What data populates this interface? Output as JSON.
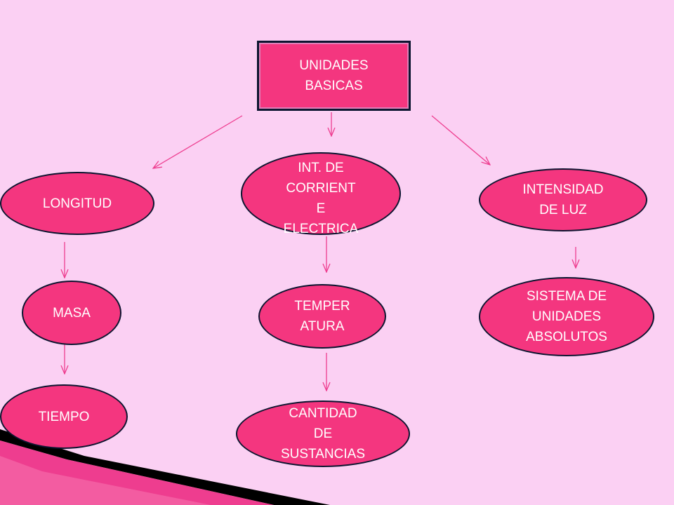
{
  "colors": {
    "background": "#fbd0f3",
    "node_fill": "#f4367f",
    "node_border": "#0c1530",
    "node_text": "#ffffff",
    "arrow": "#ee3d8f",
    "corner_accent": "#ee3d8f",
    "corner_shadow": "#000000"
  },
  "diagram": {
    "root": "UNIDADES\nBASICAS",
    "nodes": {
      "longitud": "LONGITUD",
      "corriente": "INT. DE\nCORRIENT\nE\nELECTRICA",
      "intensidad_luz": "INTENSIDAD\nDE LUZ",
      "masa": "MASA",
      "temperatura": "TEMPER\nATURA",
      "sistema": "SISTEMA DE\nUNIDADES\nABSOLUTOS",
      "tiempo": "TIEMPO",
      "cantidad": "CANTIDAD\nDE\nSUSTANCIAS"
    },
    "edges": [
      {
        "from": "root",
        "to": "longitud"
      },
      {
        "from": "root",
        "to": "corriente"
      },
      {
        "from": "root",
        "to": "intensidad_luz"
      },
      {
        "from": "longitud",
        "to": "masa"
      },
      {
        "from": "masa",
        "to": "tiempo"
      },
      {
        "from": "corriente",
        "to": "temperatura"
      },
      {
        "from": "temperatura",
        "to": "cantidad"
      },
      {
        "from": "intensidad_luz",
        "to": "sistema"
      }
    ]
  }
}
